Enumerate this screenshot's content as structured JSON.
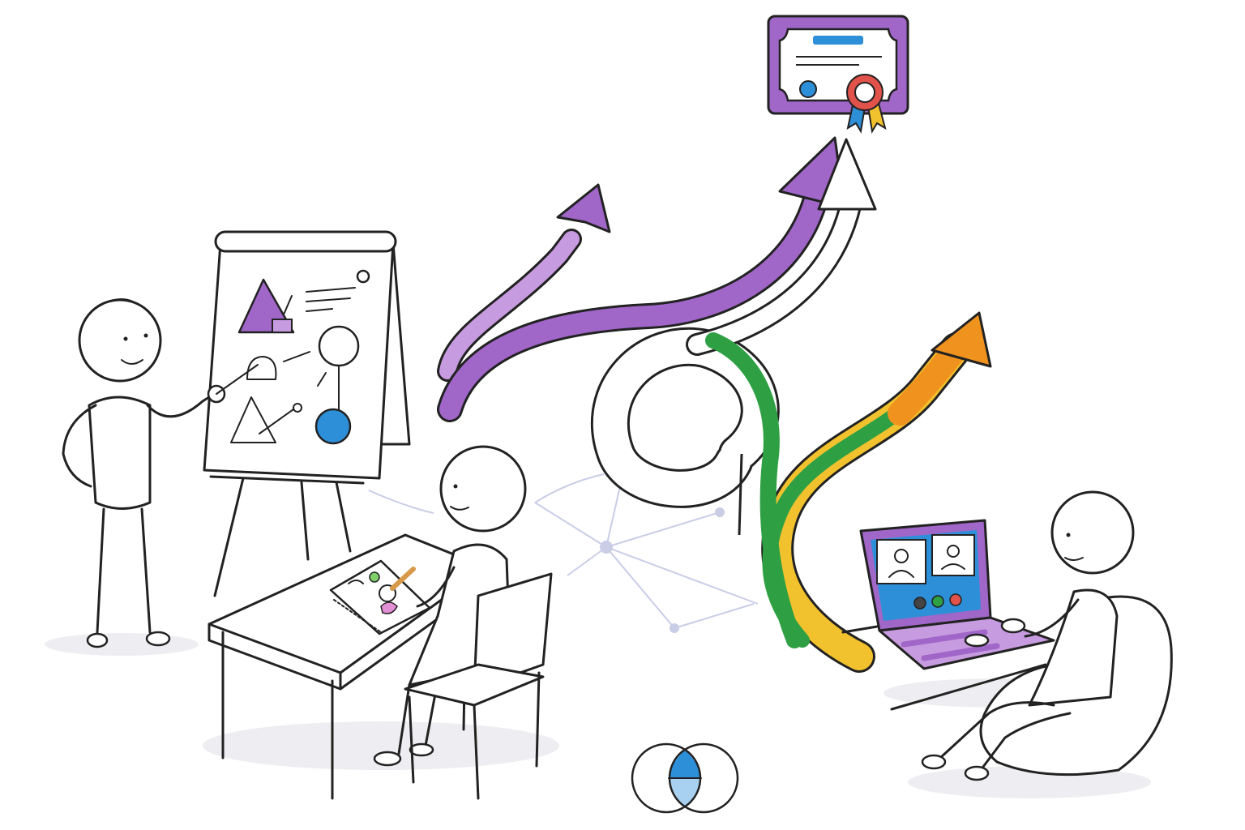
{
  "illustration": {
    "colors": {
      "ink": "#222222",
      "purple": "#a066c8",
      "purple_light": "#c79be0",
      "green": "#2ea043",
      "yellow": "#f2c12e",
      "orange": "#f0921e",
      "blue": "#2d8fd8",
      "red": "#e0524a",
      "network": "#c9cde6",
      "shadow": "#eeeef2"
    },
    "icons": [
      "certificate-icon",
      "award-ribbon-icon",
      "flipchart-icon",
      "notebook-icon",
      "laptop-icon",
      "video-call-icon",
      "venn-diagram-icon"
    ],
    "figures": [
      "presenter-at-flipchart",
      "student-at-desk",
      "learner-on-laptop"
    ]
  }
}
